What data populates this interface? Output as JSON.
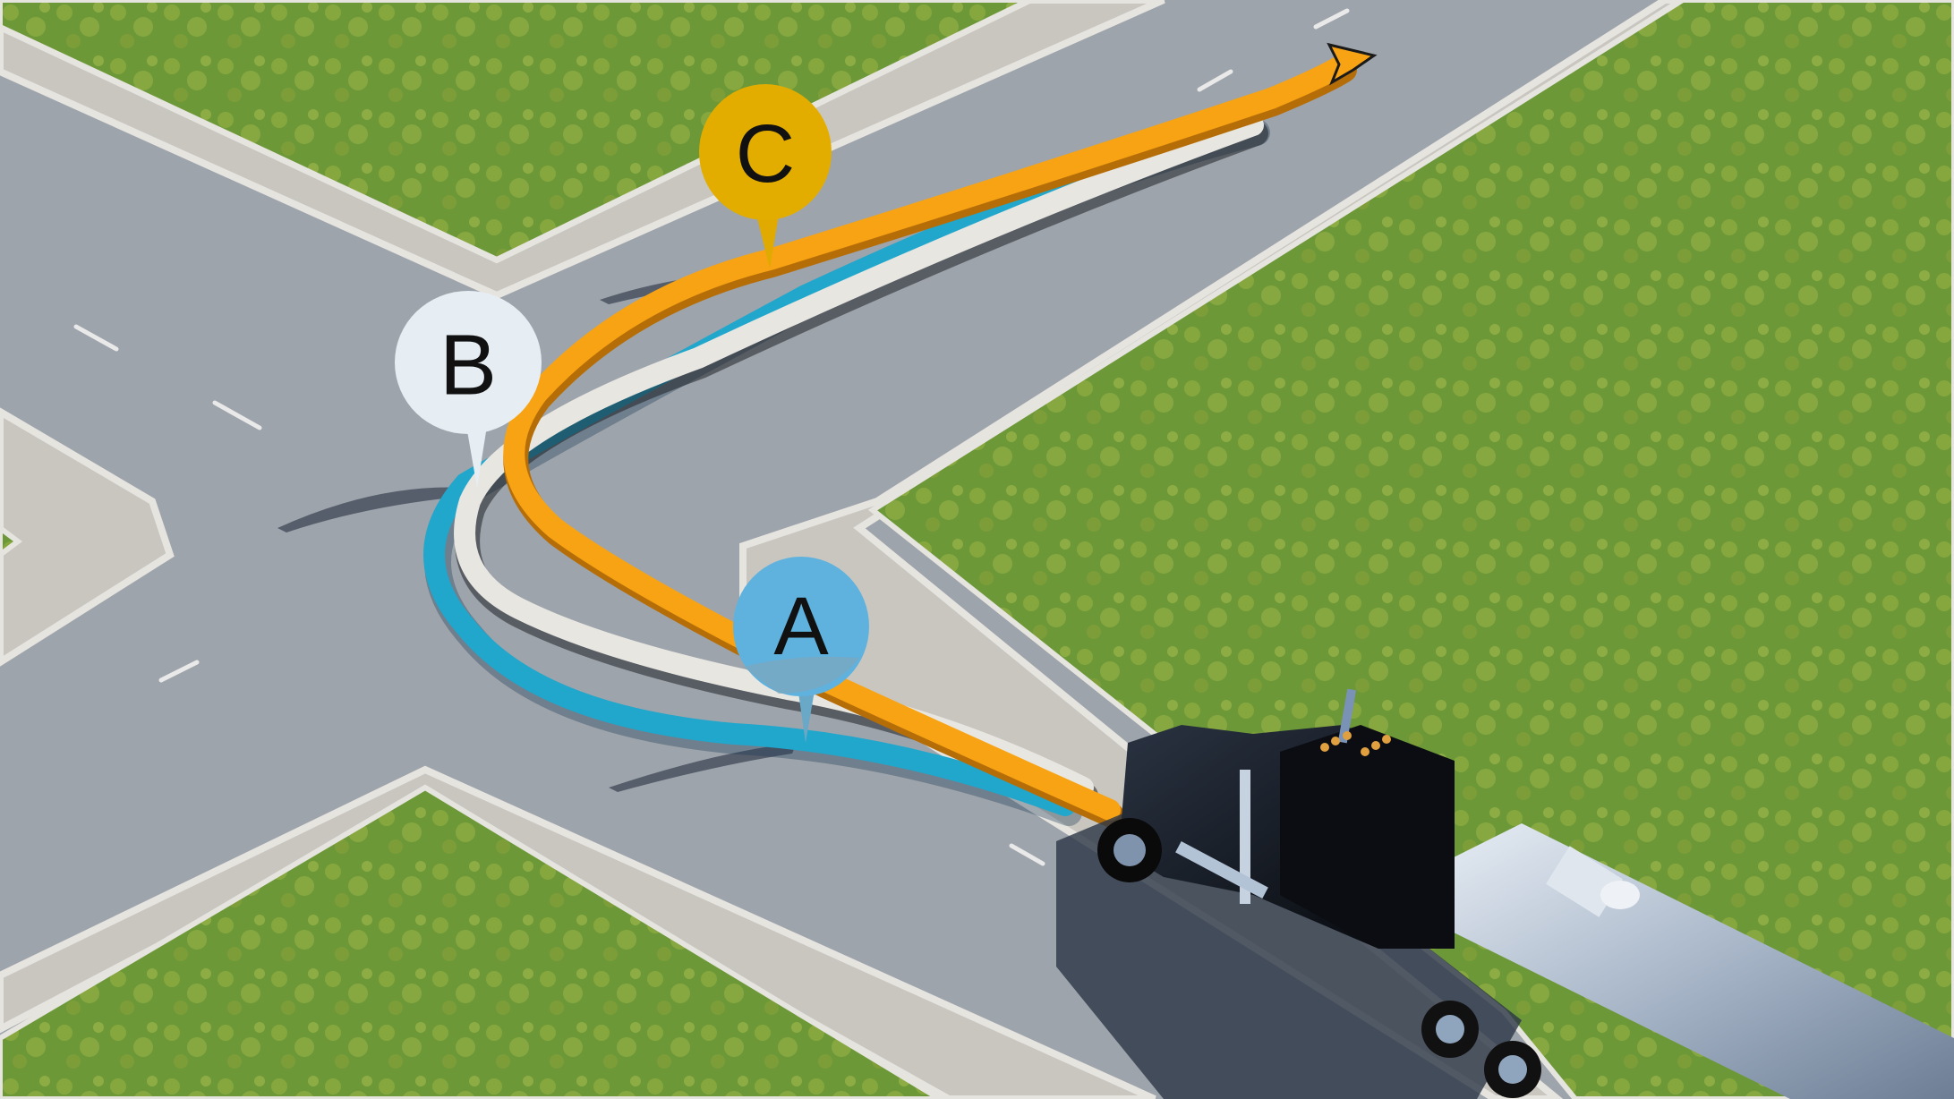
{
  "scene": {
    "description": "Aerial 3D render of a tanker truck approaching a road intersection with three colored route options",
    "colors": {
      "grass": "#6f9a3a",
      "grass_light": "#8fb34a",
      "asphalt": "#9ea4ab",
      "sidewalk": "#c9c6c0",
      "curb": "#e6e4df",
      "route_a": "#21a6cc",
      "route_b": "#e8e6e1",
      "route_c": "#f7a314",
      "truck_cab": "#0c0f14",
      "tanker": "#b9c6d6"
    }
  },
  "routes": [
    {
      "id": "A",
      "label": "A",
      "color": "#21a6cc",
      "marker_color": "#5fb2de",
      "description": "blue path, wide left loop then straight"
    },
    {
      "id": "B",
      "label": "B",
      "color": "#e8e6e1",
      "marker_color": "#e6eef4",
      "description": "white path, medium loop"
    },
    {
      "id": "C",
      "label": "C",
      "color": "#f7a314",
      "marker_color": "#e3ad00",
      "description": "orange path with arrowhead, tight loop"
    }
  ],
  "markers": {
    "a": {
      "label": "A"
    },
    "b": {
      "label": "B"
    },
    "c": {
      "label": "C"
    }
  },
  "vehicle": {
    "type": "tanker truck",
    "cab_color": "black",
    "trailer": "stainless steel tank"
  }
}
